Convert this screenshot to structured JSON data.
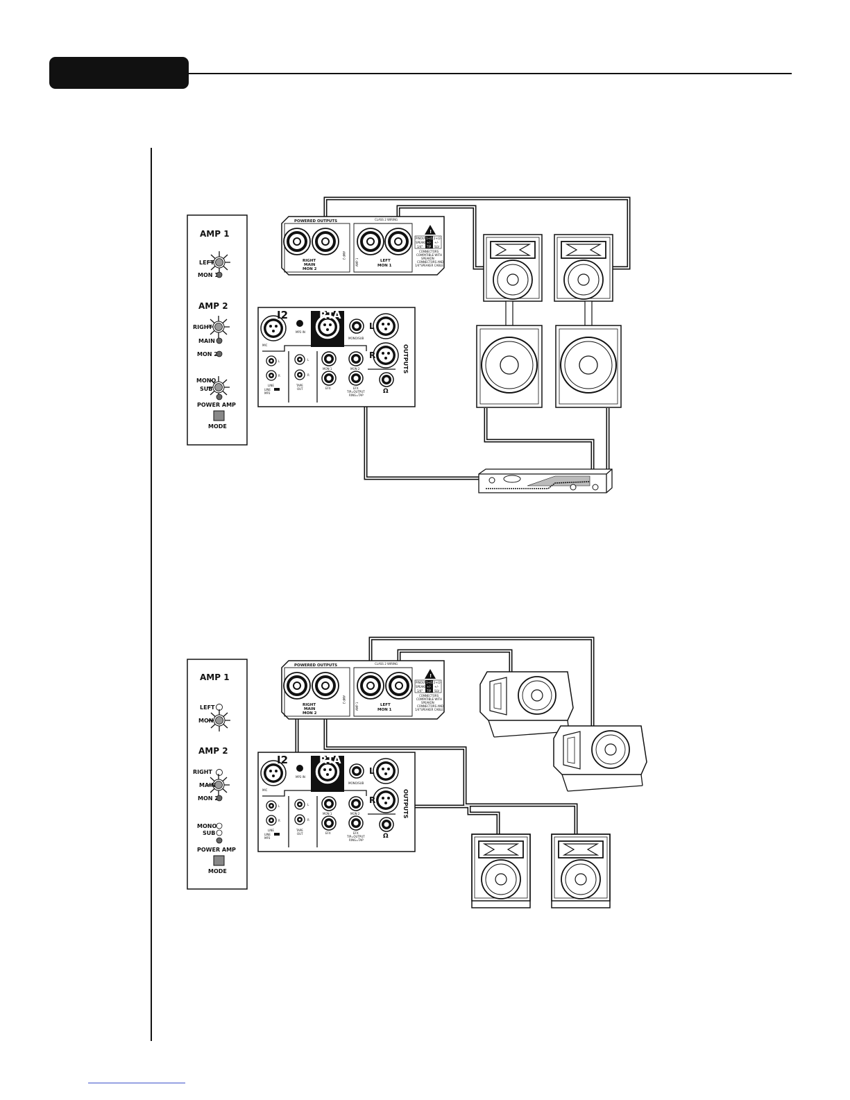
{
  "colors": {
    "ink": "#111111",
    "paper": "#ffffff",
    "link": "#3b50c9"
  },
  "section": {
    "header_tab_color": "#111111"
  },
  "figure1": {
    "side_panel": {
      "amp1": "AMP 1",
      "left": "LEFT",
      "mon1": "MON 1",
      "amp2": "AMP 2",
      "right": "RIGHT",
      "main": "MAIN",
      "mon2": "MON 2",
      "mono": "MONO",
      "sub": "SUB",
      "power_amp": "POWER AMP",
      "mode": "MODE"
    },
    "powered_outputs": {
      "title": "POWERED OUTPUTS",
      "class2": "CLASS 2 WIRING",
      "right_line1": "RIGHT",
      "right_line2": "MAIN",
      "right_line3": "MON 2",
      "left_line1": "LEFT",
      "left_line2": "MON 1",
      "amp2_label": "AMP 2",
      "amp1_label": "AMP 1",
      "warning_line1": "CONNECTORS",
      "warning_line2": "COMPATIBLE WITH",
      "warning_line3": "SPEAKON",
      "warning_line4": "CONNECTORS AND",
      "warning_line5": "1/4\"SPEAKER CABLE",
      "table_r1c1": "PINOUT",
      "table_r1c2": "1+/1-",
      "table_r1c3": "2+/2-",
      "table_r2c1": "SPEAKON",
      "table_r2c2": "+/-",
      "table_r2c3": "+/-",
      "table_r3c1": "1/4\"",
      "table_r3c2": "TIP",
      "table_r3c3": "SLV"
    },
    "io_panel": {
      "i2": "I2",
      "mic": "MIC",
      "rta": "RTA",
      "mp3in": "MP3 IN",
      "monosub": "MONO/SUB",
      "l": "L",
      "r": "R",
      "outputs": "OUTPUTS",
      "line": "LINE",
      "line_sw": "LINE",
      "mp3_sw": "MP3",
      "tape_out_1": "TAPE",
      "tape_out_2": "OUT",
      "mon1": "MON 1",
      "mon2": "MON 2",
      "efx": "EFX",
      "efx2": "EFX",
      "efx_note1": "TIP=OUTPUT",
      "efx_note2": "RING=TAP"
    }
  },
  "figure2": {
    "side_panel": {
      "amp1": "AMP 1",
      "left": "LEFT",
      "mon": "MON",
      "amp2": "AMP 2",
      "right": "RIGHT",
      "main": "MAIN",
      "mon2": "MON 2",
      "mono": "MONO",
      "sub": "SUB",
      "power_amp": "POWER AMP",
      "mode": "MODE"
    },
    "powered_outputs": {
      "title": "POWERED OUTPUTS",
      "class2": "CLASS 2 WIRING",
      "right_line1": "RIGHT",
      "right_line2": "MAIN",
      "right_line3": "MON 2",
      "left_line1": "LEFT",
      "left_line2": "MON 1",
      "amp2_label": "AMP 2",
      "amp1_label": "AMP 1",
      "warning_line1": "CONNECTORS",
      "warning_line2": "COMPATIBLE WITH",
      "warning_line3": "SPEAKON",
      "warning_line4": "CONNECTORS AND",
      "warning_line5": "1/4\"SPEAKER CABLE",
      "table_r1c1": "PINOUT",
      "table_r1c2": "1+/1-",
      "table_r1c3": "2+/2-",
      "table_r2c1": "SPEAKON",
      "table_r2c2": "+/-",
      "table_r2c3": "+/-",
      "table_r3c1": "1/4\"",
      "table_r3c2": "TIP",
      "table_r3c3": "SLV"
    },
    "io_panel": {
      "i2": "I2",
      "mic": "MIC",
      "rta": "RTA",
      "mp3in": "MP3 IN",
      "monosub": "MONO/SUB",
      "l": "L",
      "r": "R",
      "outputs": "OUTPUTS",
      "line": "LINE",
      "line_sw": "LINE",
      "mp3_sw": "MP3",
      "tape_out_1": "TAPE",
      "tape_out_2": "OUT",
      "mon1": "MON 1",
      "mon2": "MON 2",
      "efx": "EFX",
      "efx2": "EFX",
      "efx_note1": "TIP=OUTPUT",
      "efx_note2": "RING=TAP"
    }
  }
}
